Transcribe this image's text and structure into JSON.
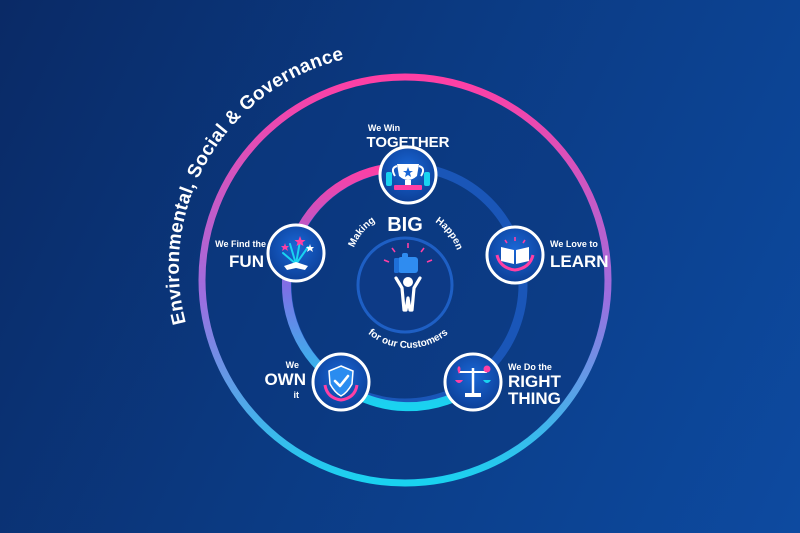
{
  "arc_title": "Environmental, Social & Governance",
  "center": {
    "making": "Making",
    "big": "BIG",
    "happen": "Happen",
    "customers": "for our Customers"
  },
  "values": [
    {
      "small": "We Win",
      "big": "TOGETHER",
      "icon": "trophy-icon"
    },
    {
      "small": "We Love to",
      "big": "LEARN",
      "icon": "book-icon"
    },
    {
      "small": "We Do the",
      "big1": "RIGHT",
      "big2": "THING",
      "icon": "scales-icon"
    },
    {
      "small": "We",
      "big": "OWN",
      "small2": "it",
      "icon": "shield-check-icon"
    },
    {
      "small": "We Find the",
      "big": "FUN",
      "icon": "fireworks-icon"
    }
  ],
  "colors": {
    "pink": "#ff3fa4",
    "cyan": "#19d3f0",
    "navy": "#0c3a85",
    "ring_blue": "#1d5fc4"
  }
}
